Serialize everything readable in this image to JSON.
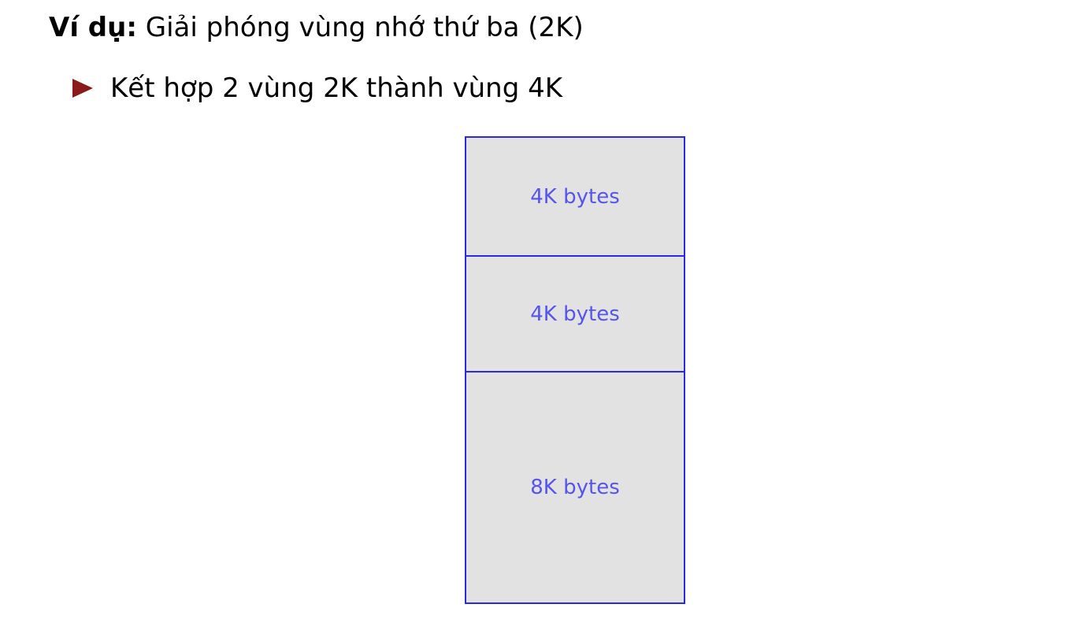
{
  "example": {
    "label": "Ví dụ:",
    "text": "Giải phóng vùng nhớ thứ ba (2K)"
  },
  "bullet": {
    "text": "Kết hợp 2 vùng 2K thành vùng 4K"
  },
  "memory_blocks": [
    {
      "label": "4K bytes"
    },
    {
      "label": "4K bytes"
    },
    {
      "label": "8K bytes"
    }
  ],
  "colors": {
    "bullet": "#8b1a1a",
    "block_border": "#2a2ae0",
    "block_text": "#5555ee",
    "block_fill": "#e2e2e2"
  }
}
